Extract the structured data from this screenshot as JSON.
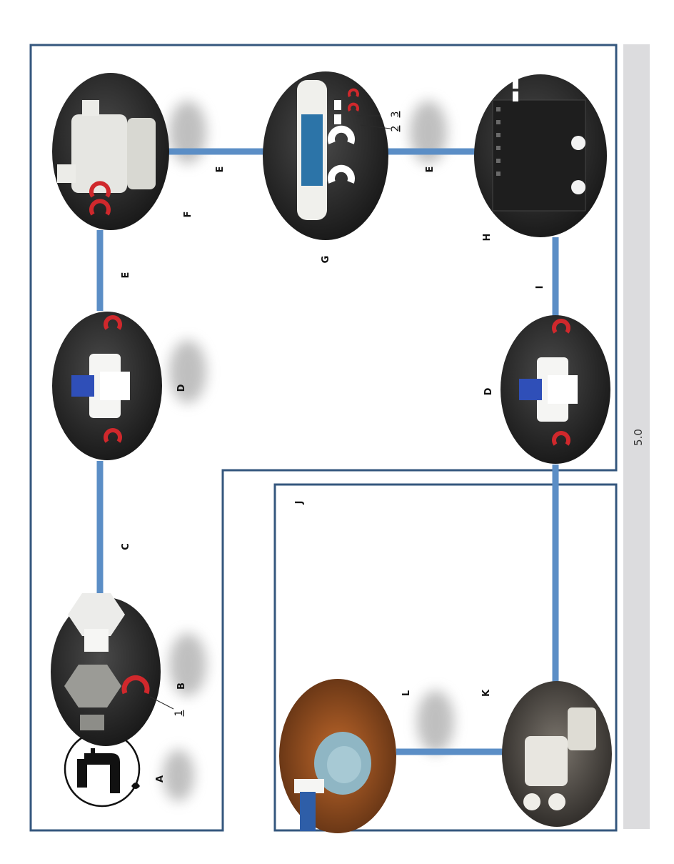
{
  "labels": {
    "A": "A",
    "B": "B",
    "C": "C",
    "D_top": "D",
    "D_bottom": "D",
    "E_top": "E",
    "E_mid": "E",
    "E_bottom": "E",
    "F": "F",
    "G": "G",
    "H": "H",
    "I": "I",
    "J": "J",
    "K": "K",
    "L": "L"
  },
  "callouts": {
    "one": "1",
    "two": "2",
    "three": "3"
  },
  "page_number": "5.0",
  "colors": {
    "frame": "#35577e",
    "tube": "#5b8ec6",
    "node_dark": "#252525",
    "clip_red": "#d0282c",
    "valve_blue": "#2f4fb8",
    "sidebar": "#dcdcde"
  },
  "components": [
    {
      "id": "A",
      "icon": "tap-icon"
    },
    {
      "id": "B",
      "icon": "connector-fittings-icon"
    },
    {
      "id": "D",
      "icon": "ball-valve-icon"
    },
    {
      "id": "F",
      "icon": "pre-filter-housing-icon"
    },
    {
      "id": "G",
      "icon": "inline-filter-cartridge-icon"
    },
    {
      "id": "H",
      "icon": "control-unit-icon"
    },
    {
      "id": "K",
      "icon": "auto-shutoff-valve-icon"
    },
    {
      "id": "L",
      "icon": "tank-connector-icon"
    }
  ]
}
